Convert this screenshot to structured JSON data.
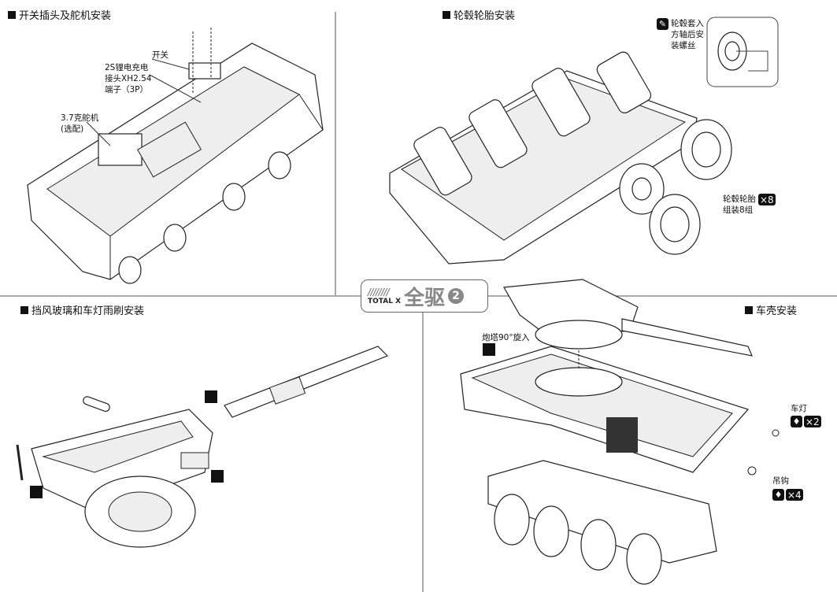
{
  "sections": [
    {
      "title": "开关插头及舵机安装"
    },
    {
      "title": "轮毂轮胎安装"
    },
    {
      "title": "挡风玻璃和车灯雨刷安装"
    },
    {
      "title": "车壳安装"
    }
  ],
  "callouts": {
    "switch": "开关",
    "connector_l1": "2S锂电充电",
    "connector_l2": "接头XH2.54",
    "connector_l3": "端子（3P）",
    "servo_l1": "3.7克舵机",
    "servo_l2": "(选配)",
    "hub_note_l1": "轮毂套入",
    "hub_note_l2": "方轴后安",
    "hub_note_l3": "装螺丝",
    "wheel_l1": "轮毂轮胎",
    "wheel_l2": "组装8组",
    "wheel_count": "×8",
    "turret": "炮塔90°旋入",
    "headlight": "车灯",
    "headlight_count": "×2",
    "hook": "吊钩",
    "hook_count": "×4"
  },
  "logo": {
    "brand_en": "TOTAL X",
    "brand_cn": "全驱",
    "step": "2"
  }
}
